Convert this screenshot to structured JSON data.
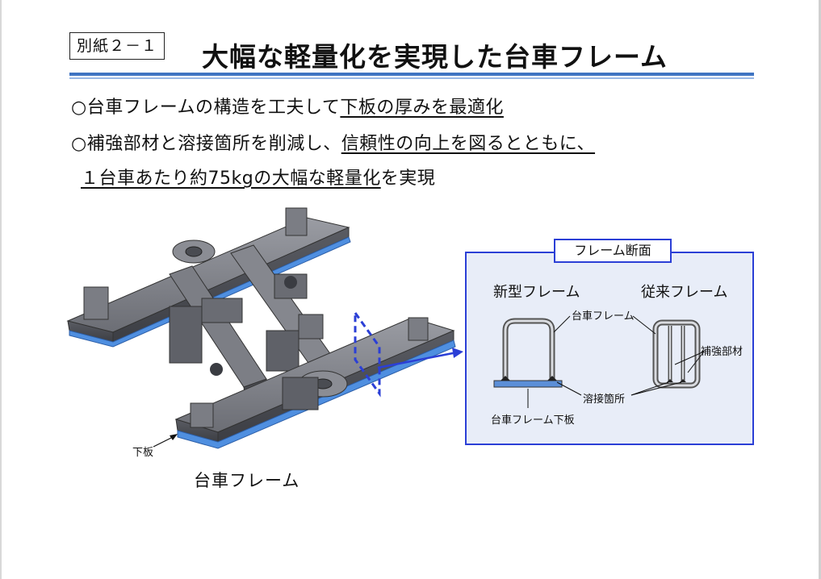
{
  "header": {
    "attachment_label": "別紙２－１",
    "title": "大幅な軽量化を実現した台車フレーム"
  },
  "bullets": {
    "line1_plain": "○台車フレームの構造を工夫して",
    "line1_underlined": "下板の厚みを最適化",
    "line2_plain": "○補強部材と溶接箇所を削減し、",
    "line2_underlined": "信頼性の向上を図るとともに、",
    "line3_underlined": "１台車あたり約75kgの大幅な軽量化",
    "line3_plain": "を実現"
  },
  "figure": {
    "caption": "台車フレーム",
    "bottom_plate_label": "下板"
  },
  "cross_section": {
    "panel_title": "フレーム断面",
    "new_type": "新型フレーム",
    "conventional": "従来フレーム",
    "label_frame": "台車フレーム",
    "label_reinforcement": "補強部材",
    "label_weld": "溶接箇所",
    "label_bottom_plate": "台車フレーム下板"
  },
  "colors": {
    "accent_blue": "#2b3fd6",
    "rule_blue": "#3f74c2",
    "panel_bg": "#e8edf8",
    "frame_gray": "#6e7077",
    "plate_blue": "#5b8fd8"
  }
}
